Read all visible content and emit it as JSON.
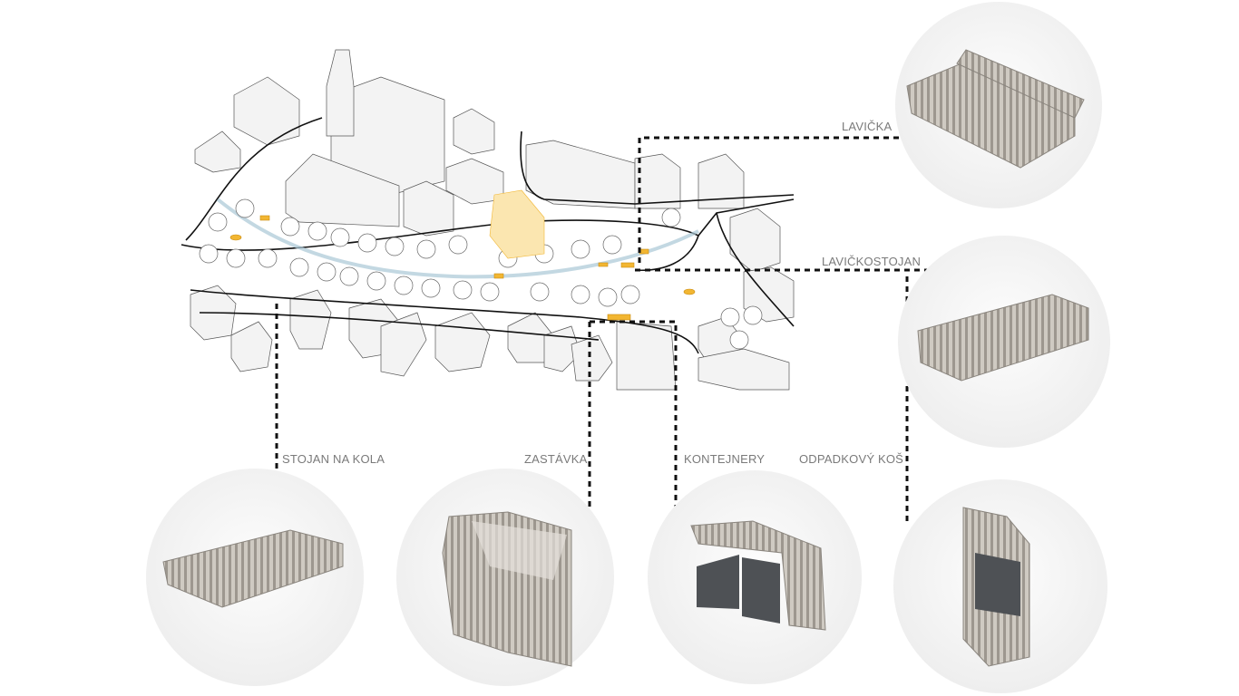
{
  "labels": {
    "lavicka": "LAVIČKA",
    "lavickostojan": "LAVIČKOSTOJAN",
    "stojan": "STOJAN NA KOLA",
    "zastavka": "ZASTÁVKA",
    "kontejnery": "KONTEJNERY",
    "kos": "ODPADKOVÝ KOŠ"
  },
  "colors": {
    "highlight": "#f2b632",
    "wood": "#b9b4ac",
    "bin": "#4e5155",
    "leader": "#111111"
  }
}
